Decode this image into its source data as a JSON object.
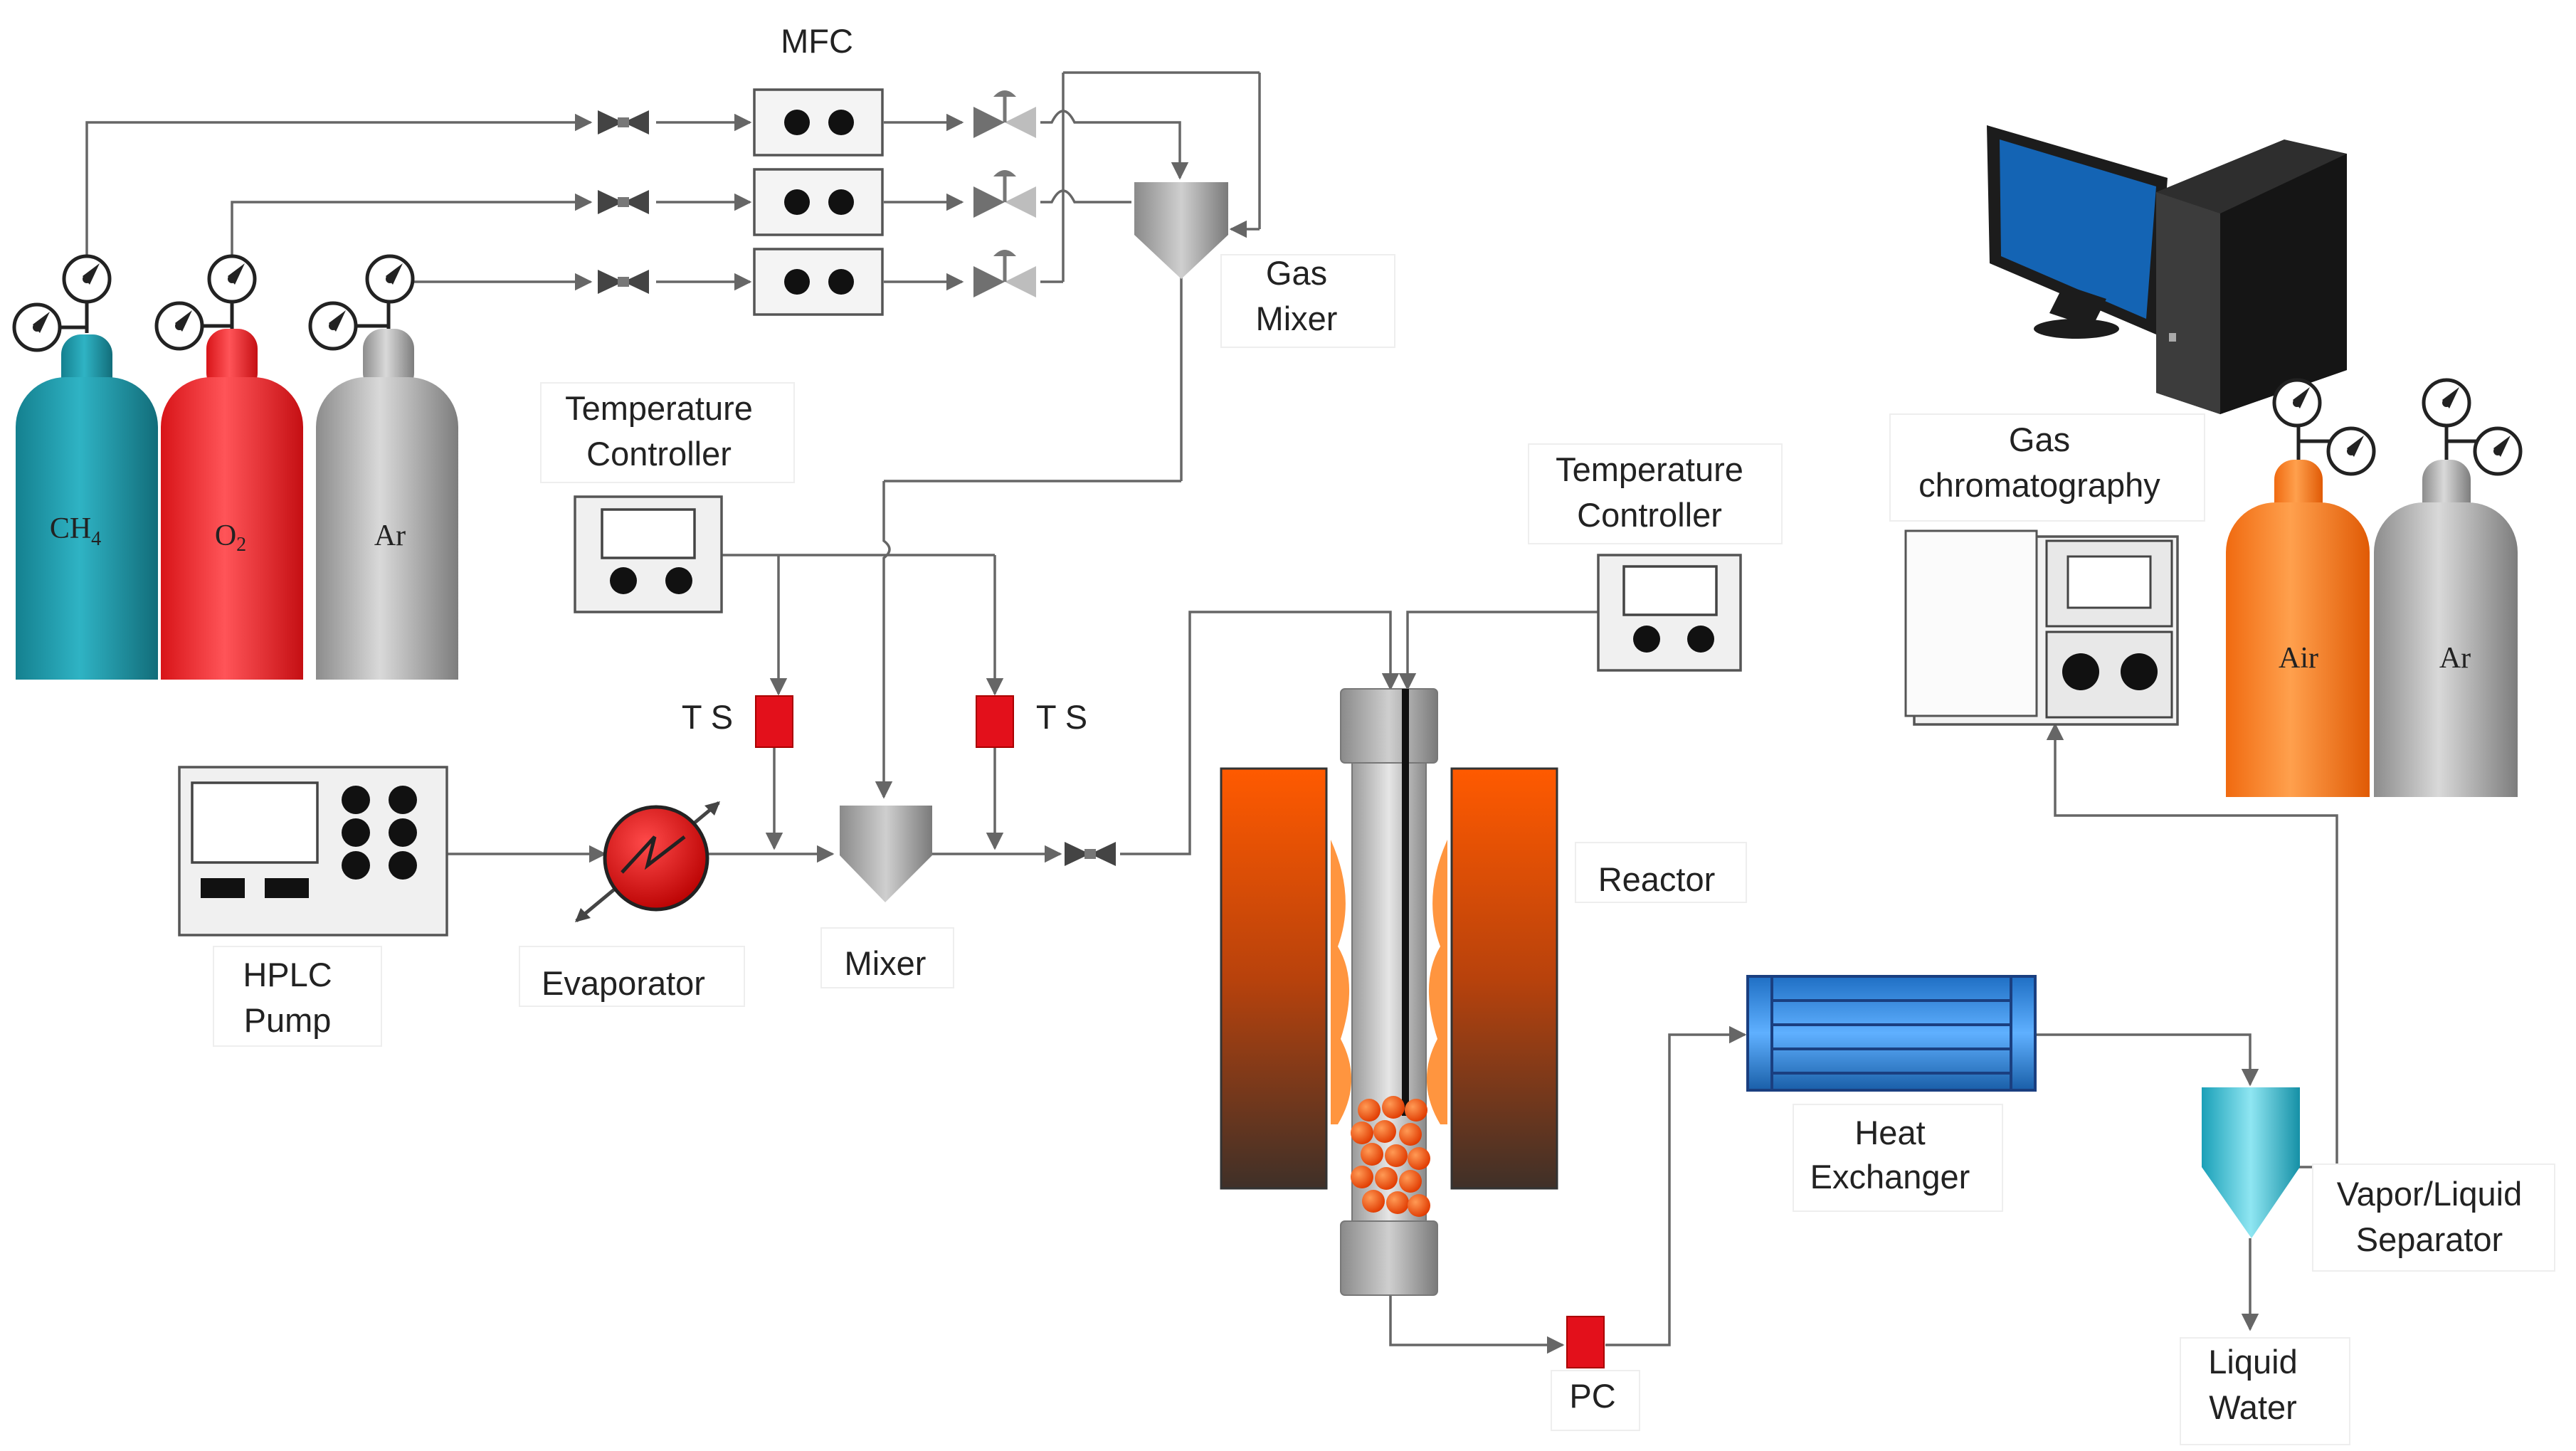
{
  "labels": {
    "mfc": "MFC",
    "gas_mixer_1": "Gas",
    "gas_mixer_2": "Mixer",
    "temp_ctrl_left_1": "Temperature",
    "temp_ctrl_left_2": "Controller",
    "temp_ctrl_right_1": "Temperature",
    "temp_ctrl_right_2": "Controller",
    "gas_chrom_1": "Gas",
    "gas_chrom_2": "chromatography",
    "ts_left": "T S",
    "ts_right": "T S",
    "hplc_1": "HPLC",
    "hplc_2": "Pump",
    "evaporator": "Evaporator",
    "mixer": "Mixer",
    "reactor": "Reactor",
    "heat_ex_1": "Heat",
    "heat_ex_2": "Exchanger",
    "separator_1": "Vapor/Liquid",
    "separator_2": "Separator",
    "liquid_1": "Liquid",
    "liquid_2": "Water",
    "pc": "PC"
  },
  "cylinders": {
    "ch4": "CH",
    "ch4_sub": "4",
    "o2": "O",
    "o2_sub": "2",
    "ar_left": "Ar",
    "air": "Air",
    "ar_right": "Ar"
  },
  "colors": {
    "ch4": "#1b8fa0",
    "o2": "#f2282c",
    "ar": "#a6a6a6",
    "air": "#ff7a1a",
    "furnace_top": "#ff5a00",
    "furnace_bottom": "#4a3a30",
    "heat_exchanger": "#2e86de",
    "sensor": "#e3101b",
    "monitor_screen": "#1464b4"
  },
  "icons": [
    "gauge-icon",
    "valve-icon",
    "regulator-valve-icon",
    "computer-icon",
    "flame-icon",
    "catalyst-bed-icon"
  ]
}
